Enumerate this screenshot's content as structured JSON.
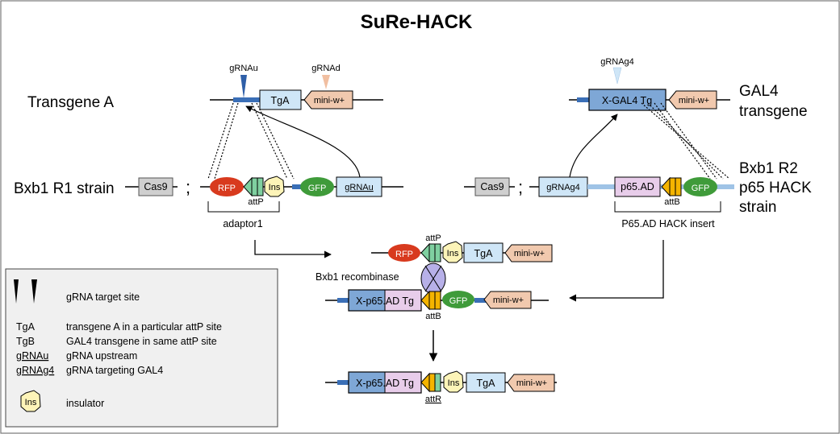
{
  "title": "SuRe-HACK",
  "labels": {
    "transgene_a": "Transgene A",
    "gal4_transgene_line1": "GAL4",
    "gal4_transgene_line2": "transgene",
    "bxb1_r1_strain": "Bxb1 R1 strain",
    "bxb1_r2_line1": "Bxb1 R2",
    "bxb1_r2_line2": "p65 HACK",
    "bxb1_r2_line3": "strain",
    "adaptor1": "adaptor1",
    "hack_insert": "P65.AD HACK insert",
    "bxb1_recombinase": "Bxb1 recombinase",
    "semicolon": ";"
  },
  "genes": {
    "tga": "TgA",
    "mini_w": "mini-w+",
    "x_gal4_tg": "X-GAL4 Tg",
    "cas9": "Cas9",
    "rfp": "RFP",
    "ins": "Ins",
    "gfp": "GFP",
    "grnau": "gRNAu",
    "grnag4": "gRNAg4",
    "p65_ad": "p65.AD",
    "x_p65_ad_tg": "X-p65.AD Tg"
  },
  "sites": {
    "grnau": "gRNAu",
    "grnad": "gRNAd",
    "grnag4": "gRNAg4",
    "attp": "attP",
    "attb": "attB",
    "attr": "attR"
  },
  "legend": {
    "target_site": "gRNA target site",
    "rows": [
      {
        "term": "TgA",
        "desc": "transgene A in a particular attP site"
      },
      {
        "term": "TgB",
        "desc": "GAL4 transgene in same attP site"
      },
      {
        "term": "gRNAu",
        "desc": "gRNA upstream"
      },
      {
        "term": "gRNAg4",
        "desc": "gRNA targeting GAL4"
      }
    ],
    "ins_term": "Ins",
    "ins_desc": "insulator"
  },
  "colors": {
    "rfp": "#d83a1e",
    "gfp": "#3f9b3a",
    "tg_box": "#cfe6f7",
    "mini_w": "#f1c9ae",
    "gal4_box": "#7ea7d6",
    "p65": "#e8cdea",
    "insulator": "#fdf4b8",
    "attp_green": "#7fd0a0",
    "attb_orange": "#f4b400",
    "backbone_blue": "#3a6fb7",
    "light_blue_line": "#9fc3e6",
    "cas9_gray": "#cfcfcf",
    "legend_bg": "#f0f0f0"
  }
}
